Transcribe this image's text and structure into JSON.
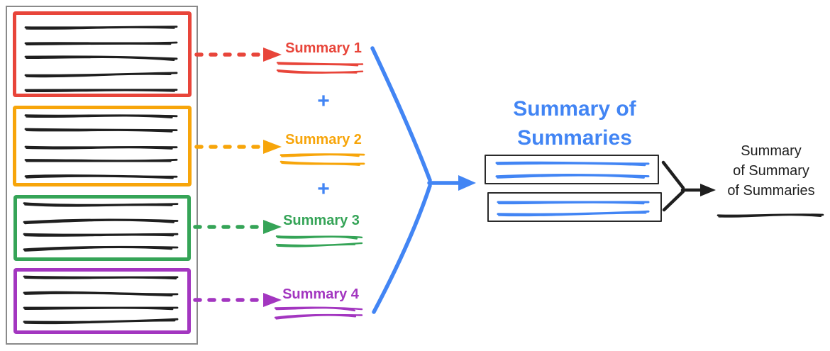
{
  "colors": {
    "red": "#e8453a",
    "yellow": "#f7a50a",
    "green": "#35a457",
    "purple": "#a336c0",
    "blue": "#4285f4",
    "ink": "#1f1f1f",
    "frame": "#8a8a8a",
    "boxline": "#2a2a2a"
  },
  "source_document": {
    "blocks": [
      {
        "name": "section-1",
        "color": "red",
        "text_lines": 5
      },
      {
        "name": "section-2",
        "color": "yellow",
        "text_lines": 5
      },
      {
        "name": "section-3",
        "color": "green",
        "text_lines": 4
      },
      {
        "name": "section-4",
        "color": "purple",
        "text_lines": 4
      }
    ]
  },
  "summaries": [
    {
      "label": "Summary 1",
      "color": "red"
    },
    {
      "label": "Summary 2",
      "color": "yellow"
    },
    {
      "label": "Summary 3",
      "color": "green"
    },
    {
      "label": "Summary 4",
      "color": "purple"
    }
  ],
  "plus_separators": [
    "+",
    "+"
  ],
  "summary_of_summaries": {
    "title_lines": [
      "Summary of",
      "Summaries"
    ],
    "text_boxes": 2
  },
  "final_summary": {
    "title_lines": [
      "Summary",
      "of Summary",
      "of Summaries"
    ]
  }
}
